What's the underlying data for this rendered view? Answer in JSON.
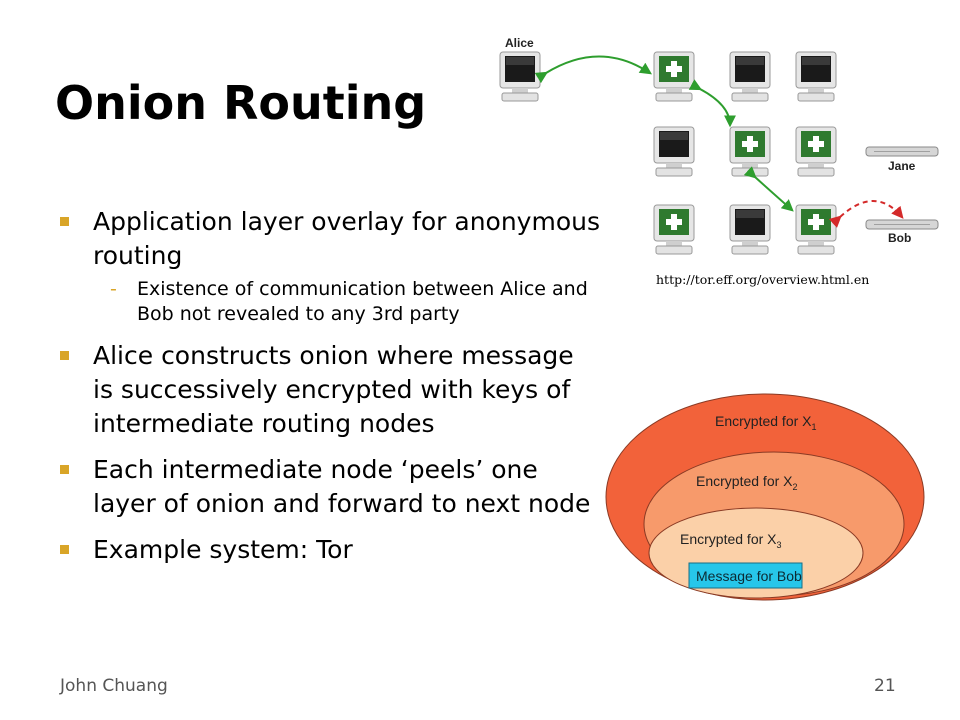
{
  "slide": {
    "title": "Onion Routing",
    "bullets": [
      {
        "text": "Application layer overlay for anonymous routing",
        "sub": [
          "Existence of communication between Alice and Bob not revealed to any 3rd party"
        ]
      },
      {
        "text": "Alice constructs onion where message is successively encrypted with keys of intermediate routing nodes"
      },
      {
        "text": "Each intermediate node ‘peels’ one layer of onion and forward to next node"
      },
      {
        "text": "Example system: Tor"
      }
    ],
    "bullet_color": "#d9a528",
    "footer_author": "John Chuang",
    "page_number": "21"
  },
  "network_diagram": {
    "labels": {
      "alice": "Alice",
      "jane": "Jane",
      "bob": "Bob"
    },
    "credit_url": "http://tor.eff.org/overview.html.en",
    "path_color": "#2e9e2e",
    "exit_link_color": "#d42a2a",
    "icons": [
      "computer-icon",
      "tor-node-icon",
      "server-icon"
    ]
  },
  "onion_diagram": {
    "layers": [
      {
        "label": "Encrypted for X",
        "sub": "1",
        "color": "#f2623a"
      },
      {
        "label": "Encrypted for X",
        "sub": "2",
        "color": "#f79a6b"
      },
      {
        "label": "Encrypted for X",
        "sub": "3",
        "color": "#fbd0a8"
      }
    ],
    "message": "Message for Bob",
    "message_color": "#27c6ea"
  }
}
